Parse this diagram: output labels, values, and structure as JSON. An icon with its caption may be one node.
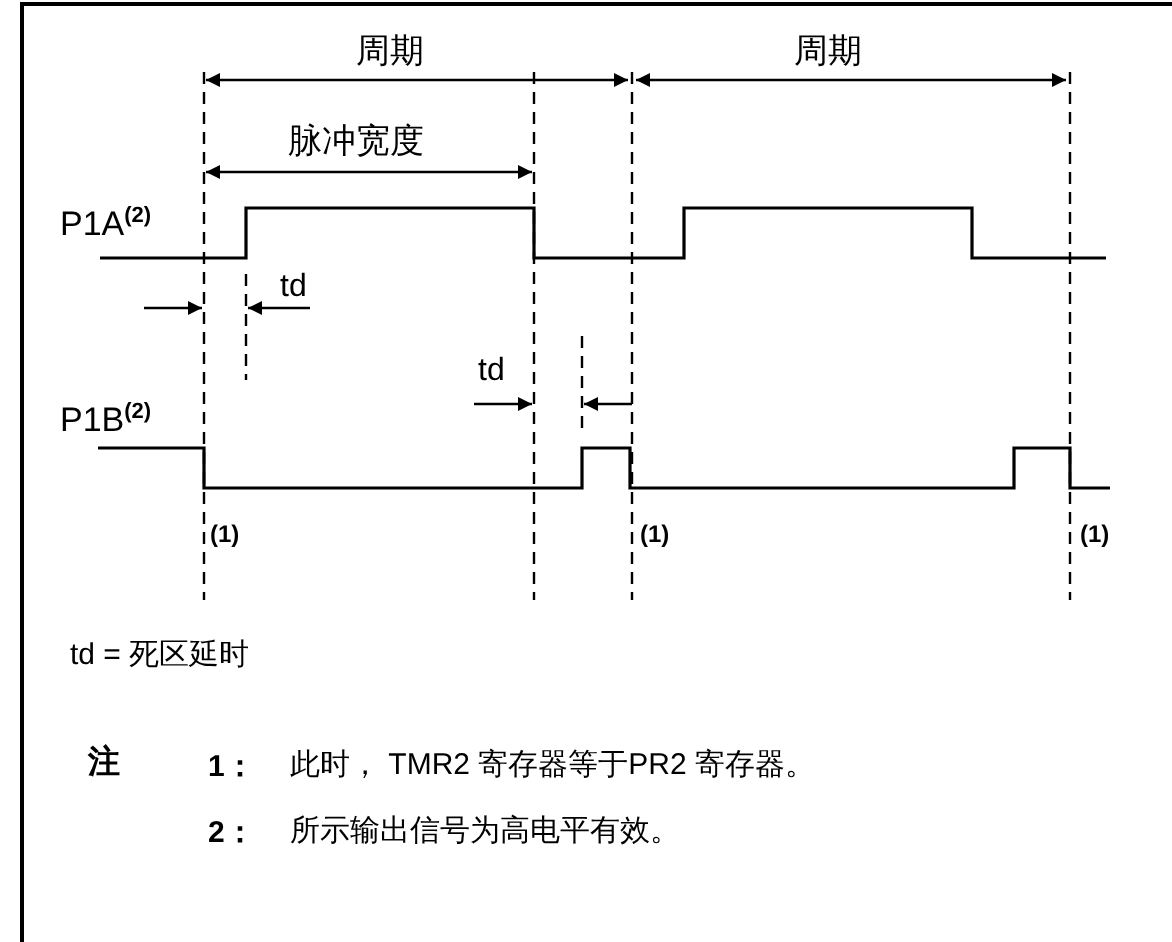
{
  "diagram": {
    "labels": [
      "周期",
      "周期",
      "脉冲宽度",
      "P1A$^{(2)}$",
      "td",
      "td",
      "P1B$^{(2)}$",
      "(1)",
      "(1)",
      "(1)",
      "td = 死区延时",
      "注",
      "1：",
      "此时， TMR2 寄存器等于PR2 寄存器。",
      "2：",
      "所示输出信号为高电平有效。"
    ]
  }
}
